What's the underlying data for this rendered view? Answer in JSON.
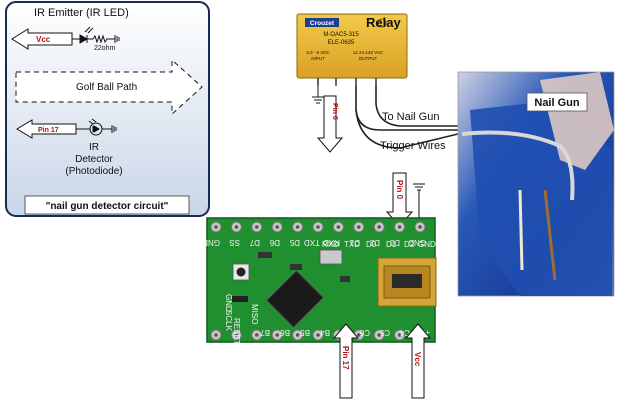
{
  "circuit_box": {
    "emitter_label": "IR Emitter (IR LED)",
    "vcc_label": "Vcc",
    "resistor_label": "22ohm",
    "path_label": "Golf Ball Path",
    "pin17_label": "Pin 17",
    "detector_label_1": "IR",
    "detector_label_2": "Detector",
    "detector_label_3": "(Photodiode)",
    "caption": "\"nail gun detector circuit\""
  },
  "relay": {
    "title": "Relay",
    "brand": "Crouzet",
    "model_1": "M-OAC5-315",
    "model_2": "ELE-0635",
    "input_spec": "3.0 - 8 VDC",
    "input_word": "INPUT",
    "output_spec": "14 24-140 VAC",
    "output_word": "OUTPUT"
  },
  "labels": {
    "pin0_arrow": "Pin 0",
    "pin0_board": "Pin 0",
    "to_nail_gun": "To Nail Gun",
    "trigger_wires": "Trigger Wires",
    "nail_gun": "Nail Gun",
    "pin17_arrow": "Pin 17",
    "vcc_arrow": "Vcc"
  },
  "board": {
    "top_pins": [
      "GND",
      "SS",
      "D7",
      "D6",
      "D5",
      "TXD",
      "RXD",
      "D1",
      "D2",
      "D3",
      "GND"
    ],
    "top_right_labels": [
      "RXD",
      "TXD",
      "D0",
      "D1",
      "D2",
      "GND"
    ],
    "bottom_pins": [
      "RESET",
      "B7",
      "B6",
      "B5",
      "B4",
      "C7",
      "C6",
      "C5",
      "C4",
      "+5V"
    ],
    "side_labels": [
      "GND",
      "MISO",
      "SCLK"
    ]
  },
  "colors": {
    "board_green": "#1f8f2f",
    "relay_yellow": "#e7b52f",
    "label_red": "#b01010",
    "panel_bg": "#dde6f1"
  }
}
